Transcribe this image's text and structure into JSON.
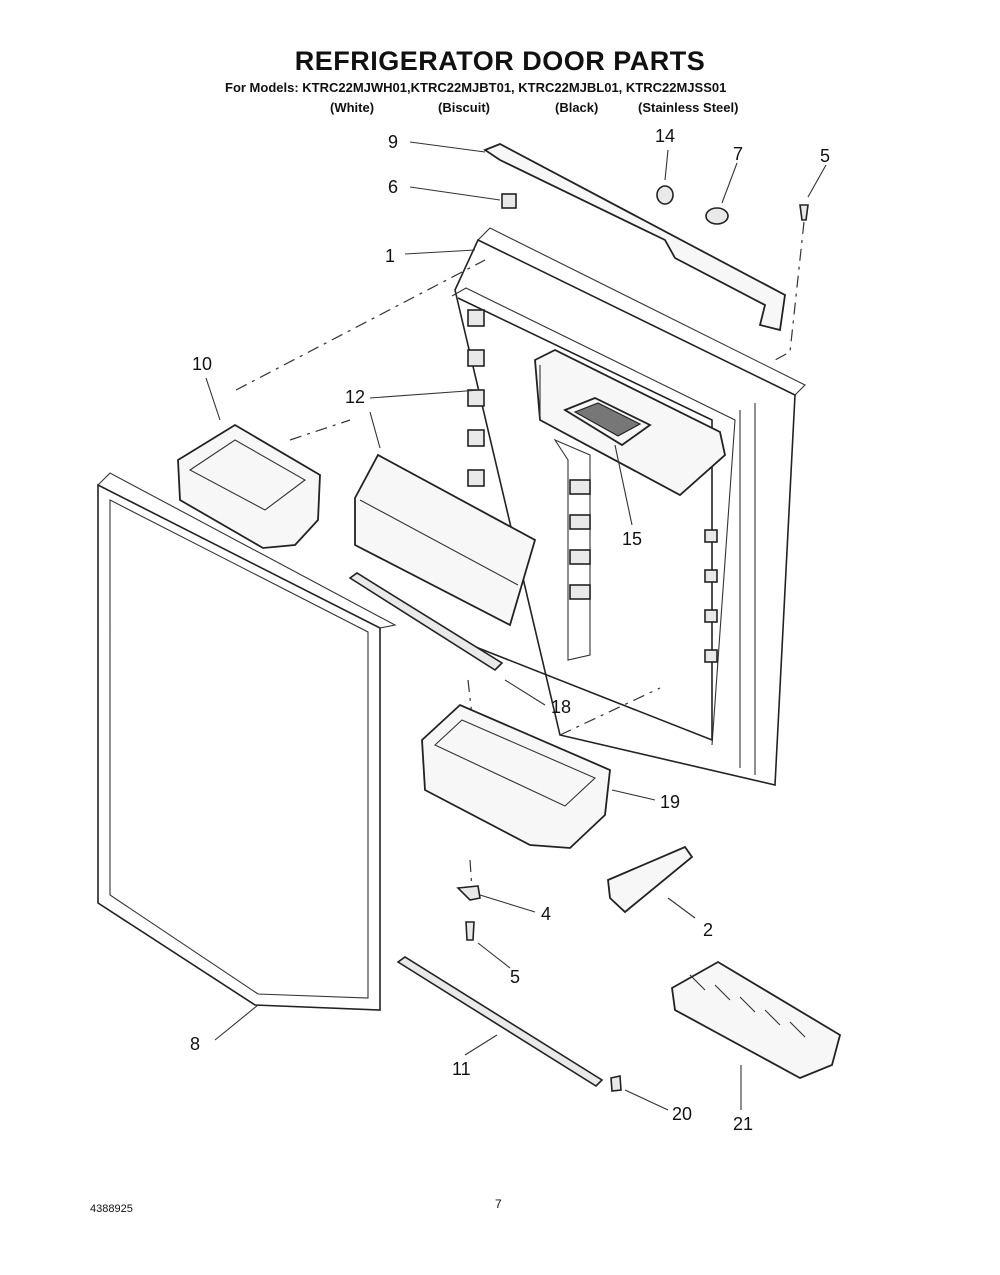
{
  "header": {
    "title": "REFRIGERATOR DOOR PARTS",
    "models_line": "For Models: KTRC22MJWH01,KTRC22MJBT01, KTRC22MJBL01, KTRC22MJSS01",
    "variants": [
      "(White)",
      "(Biscuit)",
      "(Black)",
      "(Stainless Steel)"
    ]
  },
  "callouts": {
    "c9": "9",
    "c14": "14",
    "c7": "7",
    "c5a": "5",
    "c6": "6",
    "c1": "1",
    "c10": "10",
    "c12": "12",
    "c15": "15",
    "c18": "18",
    "c19": "19",
    "c4": "4",
    "c2": "2",
    "c5b": "5",
    "c8": "8",
    "c11": "11",
    "c20": "20",
    "c21": "21"
  },
  "footer": {
    "doc_number": "4388925",
    "page_number": "7"
  }
}
